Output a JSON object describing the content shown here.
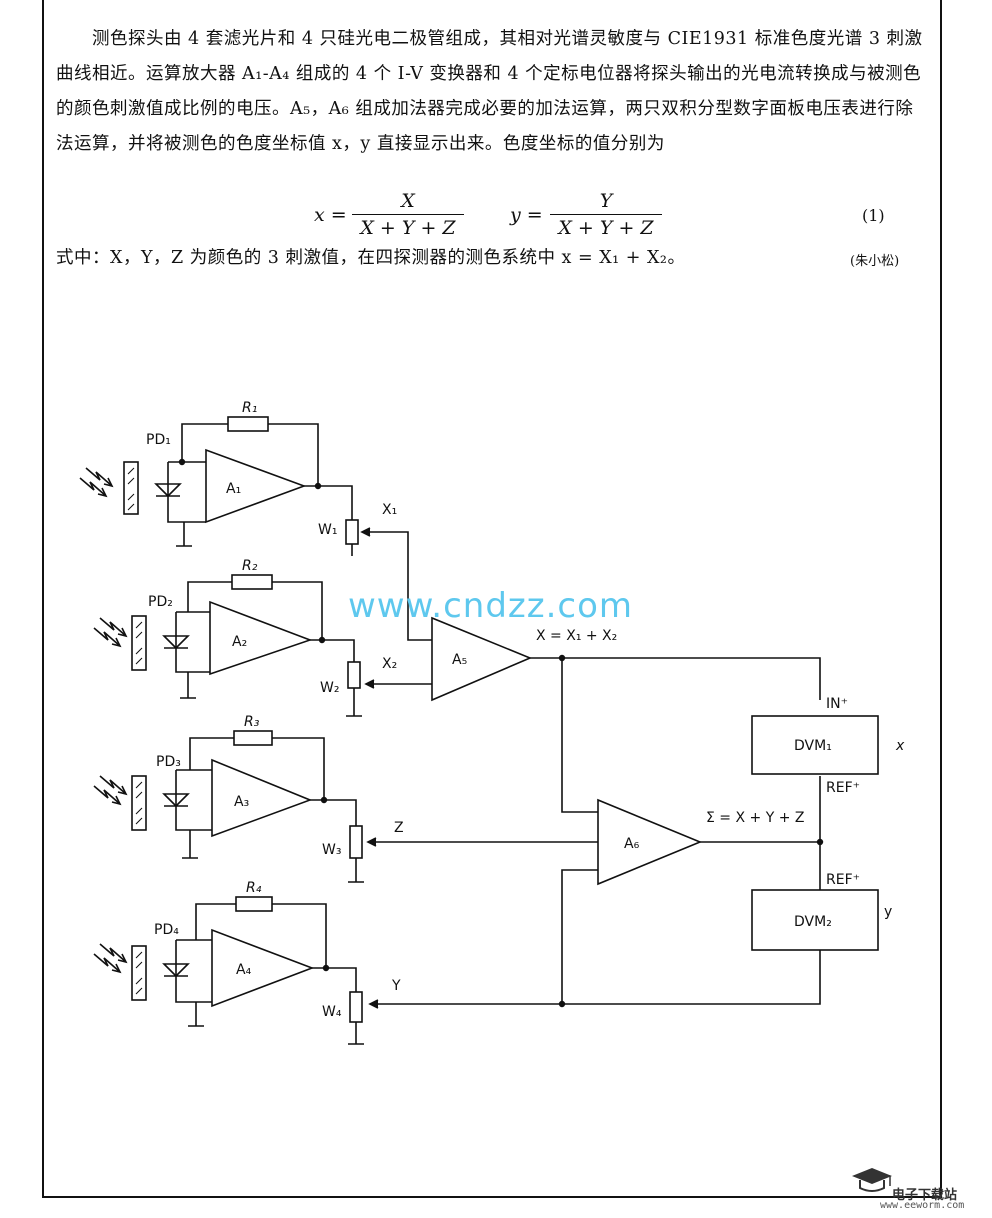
{
  "text": {
    "paragraph": "测色探头由 4 套滤光片和 4 只硅光电二极管组成，其相对光谱灵敏度与 CIE1931 标准色度光谱 3 刺激曲线相近。运算放大器 A₁-A₄ 组成的 4 个 I-V 变换器和 4 个定标电位器将探头输出的光电流转换成与被测色的颜色刺激值成比例的电压。A₅，A₆ 组成加法器完成必要的加法运算，两只双积分型数字面板电压表进行除法运算，并将被测色的色度坐标值 x，y 直接显示出来。色度坐标的值分别为",
    "formula_x_var": "x =",
    "formula_x_num": "X",
    "formula_x_den": "X + Y + Z",
    "formula_y_var": "y =",
    "formula_y_num": "Y",
    "formula_y_den": "X + Y + Z",
    "eq_number": "(1)",
    "note": "式中：X，Y，Z 为颜色的 3 刺激值，在四探测器的测色系统中 x = X₁ + X₂。",
    "author": "(朱小松)"
  },
  "circuit": {
    "photodiodes": [
      "PD₁",
      "PD₂",
      "PD₃",
      "PD₄"
    ],
    "resistors": [
      "R₁",
      "R₂",
      "R₃",
      "R₄"
    ],
    "opamps": [
      "A₁",
      "A₂",
      "A₃",
      "A₄",
      "A₅",
      "A₆"
    ],
    "potentiometers": [
      "W₁",
      "W₂",
      "W₃",
      "W₄"
    ],
    "signals": {
      "x1": "X₁",
      "x2": "X₂",
      "z": "Z",
      "y": "Y",
      "sum_x": "X = X₁ + X₂",
      "sum_all": "Σ = X + Y + Z"
    },
    "dvm1": "DVM₁",
    "dvm2": "DVM₂",
    "in_plus": "IN⁺",
    "ref_plus_1": "REF⁺",
    "ref_plus_2": "REF⁺",
    "out_x": "x",
    "out_y": "y"
  },
  "watermark": "www.cndzz.com",
  "logo": {
    "name": "电子下载站",
    "url": "www.eeworm.com"
  }
}
